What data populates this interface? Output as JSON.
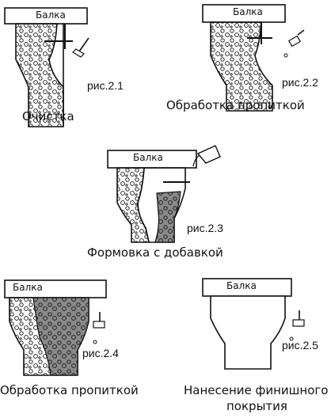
{
  "panels": [
    {
      "beam_label": "Балка",
      "figure_label": "рис.2.1",
      "caption": "Очистка"
    },
    {
      "beam_label": "Балка",
      "figure_label": "рис.2.2",
      "caption": "Обработка  пропиткой"
    },
    {
      "beam_label": "Балка",
      "figure_label": "рис.2.3",
      "caption": "Формовка с добавкой"
    },
    {
      "beam_label": "Балка",
      "figure_label": "рис.2.4",
      "caption": "Обработка  пропиткой"
    },
    {
      "beam_label": "Балка",
      "figure_label": "рис.2.5",
      "caption_line1": "Нанесение финишного",
      "caption_line2": "покрытия"
    }
  ],
  "colors": {
    "line": "#111111",
    "fill_dark": "#8a8a8a",
    "paper": "#ffffff"
  },
  "tool_icons": [
    "scraper-icon",
    "brush-icon",
    "bucket-icon",
    "roller-icon",
    "roller-icon"
  ]
}
